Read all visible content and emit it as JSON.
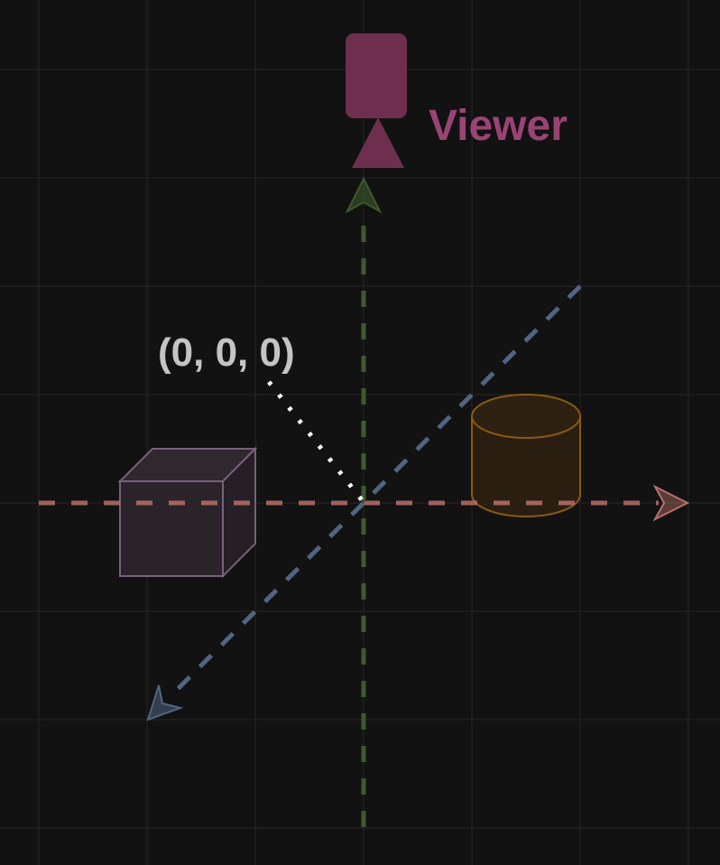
{
  "labels": {
    "viewer": "Viewer",
    "origin": "(0, 0, 0)"
  },
  "colors": {
    "background": "#121212",
    "grid": "#262626",
    "x_axis": "#b8706b",
    "y_axis": "#3d5a2c",
    "z_axis": "#4f6580",
    "viewer": "#8a3a62",
    "viewer_text": "#9a4473",
    "origin_text": "#c4c4c4",
    "cube_edge": "#7a607c",
    "cube_fill": "#2a2329",
    "cylinder_edge": "#8a5a10",
    "cylinder_fill": "#2a1e10",
    "pointer": "#ffffff"
  },
  "scene_objects": {
    "viewer": "viewer-figure",
    "cube": "wireframe-cube",
    "cylinder": "cylinder",
    "axes": [
      "x-axis",
      "y-axis",
      "z-axis"
    ]
  }
}
